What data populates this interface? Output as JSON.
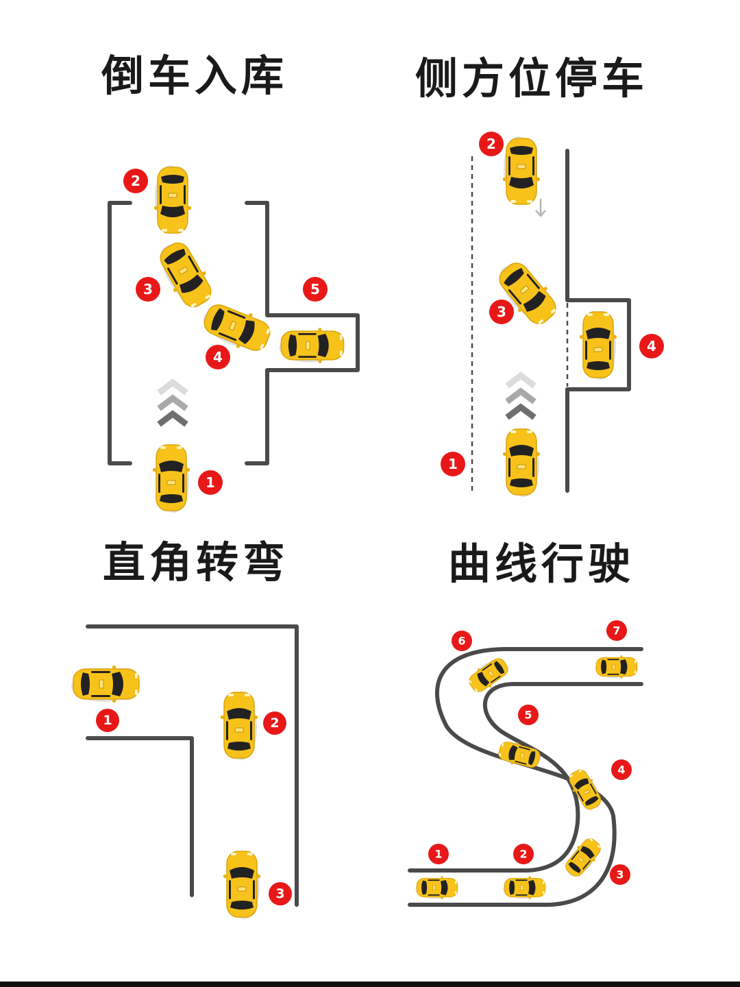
{
  "panels": [
    {
      "title": "倒车入库",
      "badges": [
        "1",
        "2",
        "3",
        "4",
        "5"
      ]
    },
    {
      "title": "侧方位停车",
      "badges": [
        "1",
        "2",
        "3",
        "4"
      ]
    },
    {
      "title": "直角转弯",
      "badges": [
        "1",
        "2",
        "3"
      ]
    },
    {
      "title": "曲线行驶",
      "badges": [
        "1",
        "2",
        "3",
        "4",
        "5",
        "6",
        "7"
      ]
    }
  ],
  "colors": {
    "car": "#f7c21a",
    "badge": "#e81818",
    "road": "#4a4a4a"
  }
}
